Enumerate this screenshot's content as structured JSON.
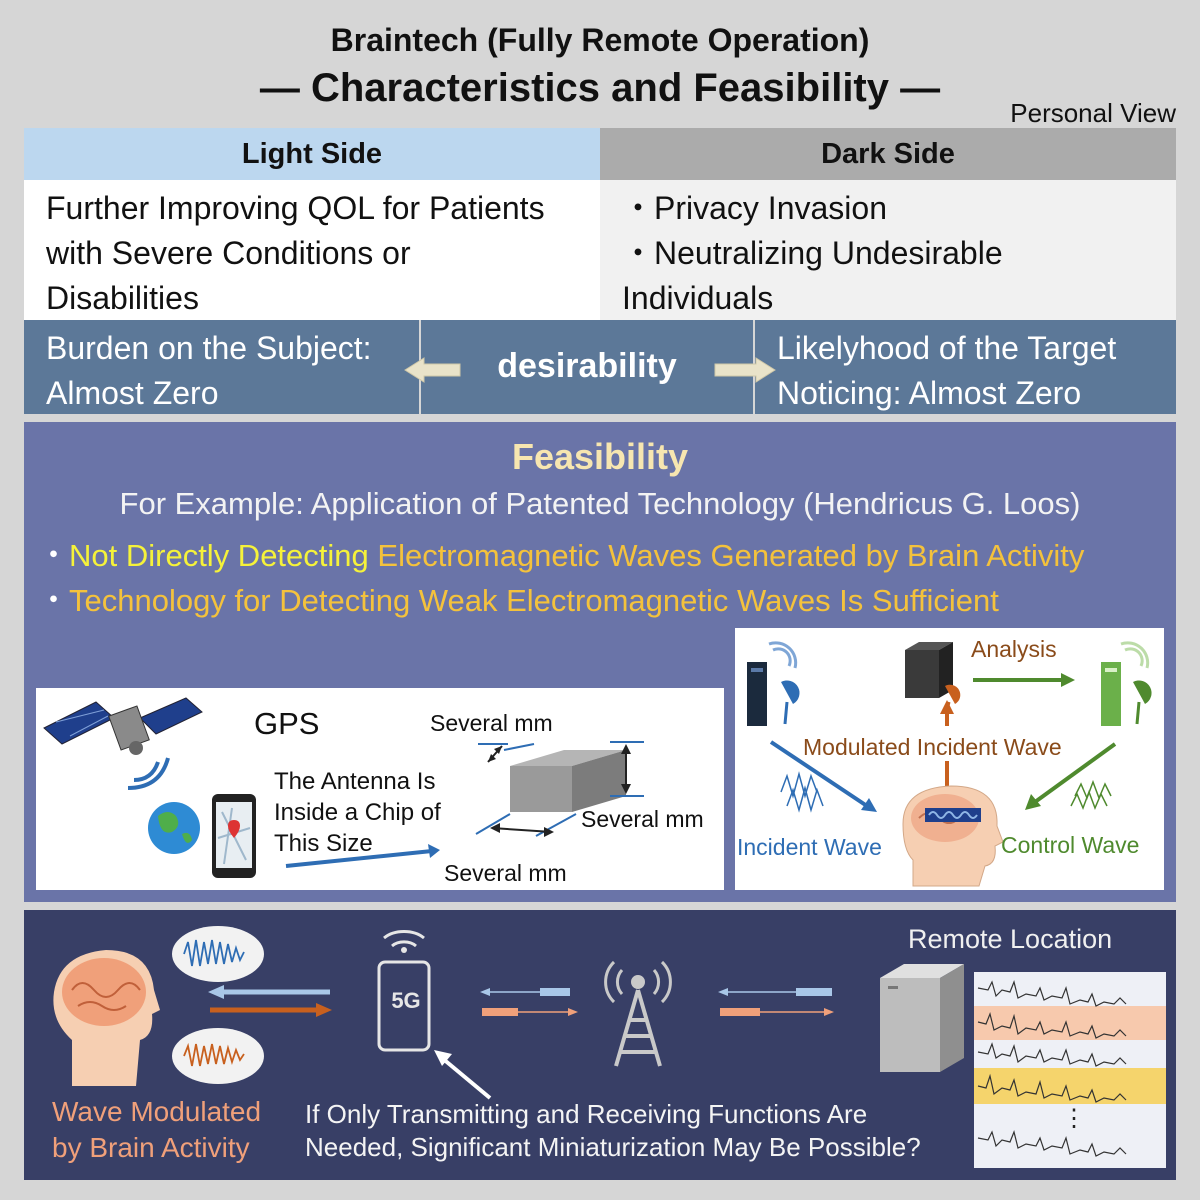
{
  "header": {
    "title_line1": "Braintech (Fully Remote Operation)",
    "title_line2": "— Characteristics and Feasibility —",
    "personal_view": "Personal View"
  },
  "table": {
    "light": {
      "heading": "Light Side",
      "lines": [
        "Further Improving QOL for Patients",
        "with Severe Conditions or",
        "Disabilities"
      ]
    },
    "dark": {
      "heading": "Dark Side",
      "lines": [
        "・Privacy Invasion",
        "・Neutralizing Undesirable",
        "Individuals"
      ]
    }
  },
  "desirability": {
    "label": "desirability",
    "left_lines": [
      "Burden on the Subject:",
      "Almost Zero"
    ],
    "right_lines": [
      "Likelyhood of the Target",
      "Noticing: Almost Zero"
    ]
  },
  "feasibility": {
    "title": "Feasibility",
    "example": "For Example: Application of Patented Technology (Hendricus G. Loos)",
    "bullet1_highlight": "Not Directly Detecting",
    "bullet1_rest": " Electromagnetic Waves Generated by Brain Activity",
    "bullet2": "Technology for Detecting Weak Electromagnetic Waves Is Sufficient",
    "bullet_mark": "・"
  },
  "gps_panel": {
    "label": "GPS",
    "caption_lines": [
      "The Antenna Is",
      "Inside a Chip of",
      "This Size"
    ],
    "dim_top": "Several mm",
    "dim_right": "Several mm",
    "dim_bottom": "Several mm"
  },
  "system_panel": {
    "analysis": "Analysis",
    "modulated": "Modulated Incident Wave",
    "incident": "Incident Wave",
    "control": "Control Wave"
  },
  "bottom": {
    "remote_location": "Remote Location",
    "wave_modulated_lines": [
      "Wave Modulated",
      "by Brain Activity"
    ],
    "question_lines": [
      "If Only Transmitting and Receiving Functions Are",
      "Needed, Significant Miniaturization May Be Possible?"
    ],
    "phone_label": "5G",
    "dots": "⋮"
  },
  "colors": {
    "light_header": "#bcd7ef",
    "dark_header": "#ababab",
    "band": "#5c7898",
    "feasibility_bg": "#6a74a8",
    "bottom_bg": "#383f66",
    "blue_wave": "#2e6db4",
    "green_wave": "#4f8a2e",
    "orange_wave": "#c8601e",
    "highlight_yellow": "#f5f23a",
    "highlight_orange": "#f4c23c"
  }
}
